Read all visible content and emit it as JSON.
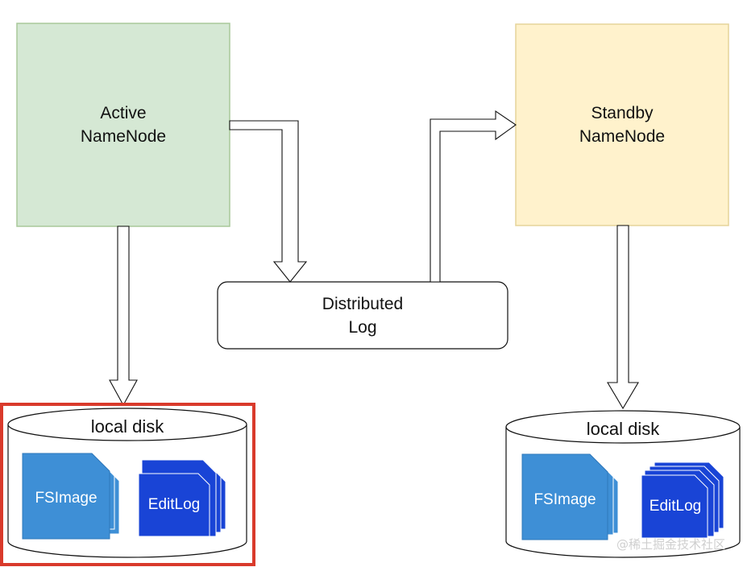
{
  "active_namenode": {
    "line1": "Active",
    "line2": "NameNode",
    "fill": "#d5e8d4",
    "stroke": "#a9c89a"
  },
  "standby_namenode": {
    "line1": "Standby",
    "line2": "NameNode",
    "fill": "#fff2cc",
    "stroke": "#e5d49a"
  },
  "distributed_log": {
    "line1": "Distributed",
    "line2": "Log"
  },
  "left_disk": {
    "label": "local disk",
    "highlight_color": "#d93a2b",
    "fsimage": {
      "label": "FSImage",
      "color": "#3e8fd6"
    },
    "editlog": {
      "label": "EditLog",
      "color": "#1944d6"
    }
  },
  "right_disk": {
    "label": "local disk",
    "fsimage": {
      "label": "FSImage",
      "color": "#3e8fd6"
    },
    "editlog": {
      "label": "EditLog",
      "color": "#1944d6"
    }
  },
  "watermark": "@稀土掘金技术社区"
}
